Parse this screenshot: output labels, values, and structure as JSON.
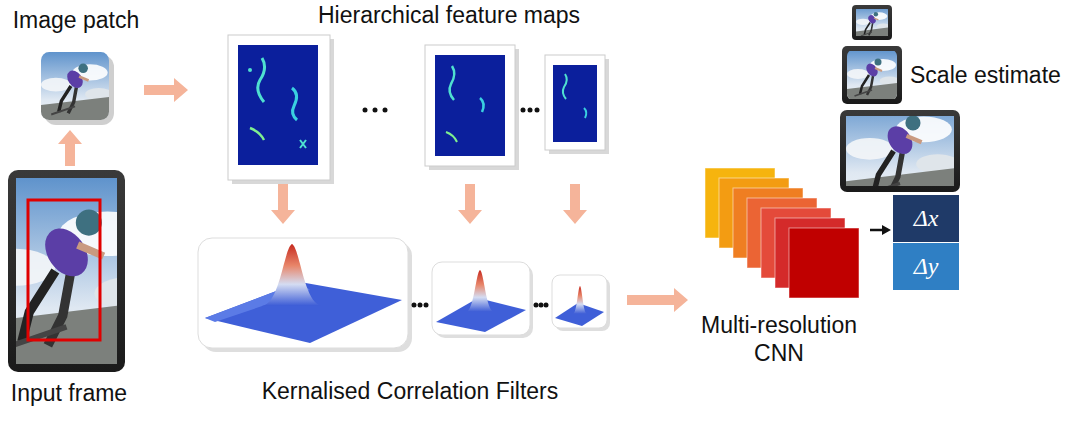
{
  "diagram": {
    "nodes": [
      {
        "text": [
          "Input frame"
        ]
      },
      {
        "text": [
          "Image patch"
        ]
      },
      {
        "text": [
          "Hierarchical feature maps"
        ]
      },
      {
        "text": [
          "Kernalised Correlation Filters"
        ]
      },
      {
        "text": [
          "Multi-resolution CNN"
        ]
      },
      {
        "text": [
          "Δx",
          "Δy"
        ]
      }
    ],
    "edges": [
      {
        "from": 0,
        "to": 1,
        "arrow": "to"
      },
      {
        "from": 1,
        "to": 2,
        "arrow": "to"
      },
      {
        "from": 2,
        "to": 3,
        "arrow": "to"
      },
      {
        "from": 2,
        "to": 3,
        "arrow": "to"
      },
      {
        "from": 2,
        "to": 3,
        "arrow": "to"
      },
      {
        "from": 3,
        "to": 4,
        "arrow": "to"
      },
      {
        "from": 4,
        "to": 5,
        "arrow": "to"
      }
    ],
    "labels": [
      "Scale estimate"
    ]
  }
}
